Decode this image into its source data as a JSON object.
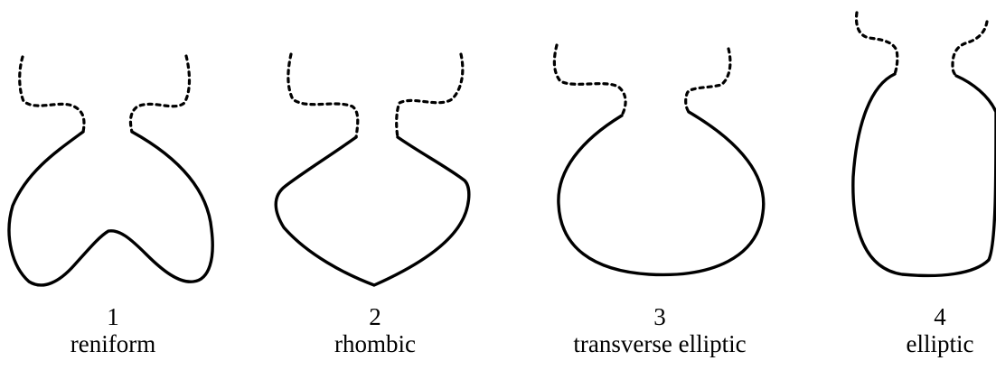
{
  "shapes": [
    {
      "number": "1",
      "name": "reniform"
    },
    {
      "number": "2",
      "name": "rhombic"
    },
    {
      "number": "3",
      "name": "transverse elliptic"
    },
    {
      "number": "4",
      "name": "elliptic"
    }
  ]
}
